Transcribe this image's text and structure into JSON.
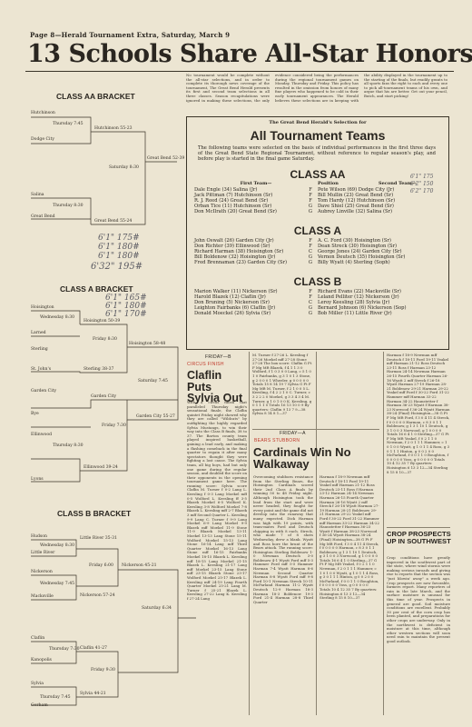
{
  "header": {
    "page_line": "Page 8—Herald Tournament Extra, Saturday, March 9",
    "headline": "13 Schools Share All-Star Honors"
  },
  "brackets": {
    "aa_title": "CLASS AA BRACKET",
    "a_title": "CLASS A BRACKET",
    "b_title": "CLASS B BRACKET",
    "aa_labels": [
      "Hutchinson",
      "Thursday 7:45",
      "Hutchinson 55-23",
      "Dodge City",
      "Great Bend 52-39",
      "Saturday 8:30",
      "Salina",
      "Thursday 8:30",
      "Great Bend 55-24",
      "Great Bend"
    ],
    "a_labels": [
      "Hoisington",
      "Wednesday 8:30",
      "Hoisington 50-39",
      "Larned",
      "Friday 8:30",
      "Hoisington 58-48",
      "Sterling",
      "Sterling 38-37",
      "Saturday 7:45",
      "St. John's",
      "Garden City",
      "Garden City",
      "Friday 7:30",
      "Garden City 55-27",
      "Bye",
      "Ellinwood",
      "Thursday 8:30",
      "Ellinwood 39-24",
      "Lyons"
    ],
    "b_labels": [
      "Hudson",
      "Wednesday 8:30",
      "Little River 35-31",
      "Little River",
      "Friday 6:00",
      "Nickerson",
      "Nickerson 57-24",
      "Wednesday 7:45",
      "Nickerson 45-21",
      "Macksville",
      "Saturday 6:34",
      "Claflin",
      "Thursday 7:30",
      "Claflin 41-27",
      "Kanopolis",
      "Friday 9:30",
      "Sylvia",
      "Sylvia 44-21",
      "Thursday 7:45",
      "Gorham"
    ]
  },
  "handwritten": [
    "6'1\" 175#",
    "6'1\" 180#",
    "6'1\" 180#",
    "6'32\" 195#",
    "6'1\" 165#",
    "6'1\" 180#",
    "6'1\" 170#",
    "6'1\" 175",
    "6'2\" 150",
    "6'2\" 170"
  ],
  "intro_story": {
    "text": "No tournament would be complete without the all-star selections, and in order to complete its thorough news coverage of the tournament, The Great Bend Herald presents its first and second team selections in all three classes. Season recapitulations were ignored in making these selections, the only evidence considered being the performances during the regional tournament games on Monday, Thursday and Friday. This policy has resulted in the omission from honors of many fine players who happened to be cold in their early tournament appearances. The Herald believes these selections are in keeping with the ability displayed in the tournament up to the starting of the finals, but readily grants to all sports fans the right to each and every one to pick all-tournament teams of his own, and argue that his are better. Get out your pencil, Butch, and start picking!"
  },
  "box": {
    "kicker": "The Great Bend Herald's Selection for",
    "title": "All Tournament Teams",
    "intro": "The following teams were selected on the basis of individual performances in the first three days of the Great Bend State Regional Tournament, without reference to regular season's play, and before play is started in the final game Saturday.",
    "col_first": "First Team—",
    "col_pos": "Position",
    "col_second": "Second Team—",
    "classes": [
      {
        "name": "CLASS AA",
        "rows": [
          [
            "Dale Engle (34) Salina (Jr)",
            "F",
            "Pete Wilson (69) Dodge City (Jr)"
          ],
          [
            "Jack Pittman (7) Hutchinson (Sr)",
            "F",
            "Bill Mullin (23) Great Bend (Sr)"
          ],
          [
            "R. J. Reed (24) Great Bend (Sr)",
            "F",
            "Tom Hardy (12) Hutchinson (Sr)"
          ],
          [
            "Orban Tice (11) Hutchinson (Sr)",
            "G",
            "Dave Shiel (25) Great Bend (Sr)"
          ],
          [
            "Don McIlrath (20) Great Bend (Sr)",
            "G",
            "Aubrey Linville (32) Salina (Sr)"
          ]
        ]
      },
      {
        "name": "CLASS A",
        "rows": [
          [
            "John Oswalt (26) Garden City (Jr)",
            "F",
            "A. C. Ford (30) Hoisington (Sr)"
          ],
          [
            "Don Richter (39) Ellinwood (Sr)",
            "F",
            "Dean Streck (30) Hoisington (Sr)"
          ],
          [
            "Richard Harman (38) Hoisington (Sr)",
            "C",
            "George Jones (24) Garden City (Sr)"
          ],
          [
            "Bill Boldenow (32) Hoisington (Jr)",
            "G",
            "Vernon Deutsch (35) Hoisington (Sr)"
          ],
          [
            "Fred Brennaman (23) Garden City (Sr)",
            "G",
            "Billy Wyatt (4) Sterling (Soph)"
          ]
        ]
      },
      {
        "name": "CLASS B",
        "rows": [
          [
            "Marion Walker (11) Nickerson (Sr)",
            "F",
            "Richard Evans (22) Macksville (Sr)"
          ],
          [
            "Harold Blazek (12) Claflin (Jr)",
            "F",
            "Leland Pelliter (12) Nickerson (Jr)"
          ],
          [
            "Don Bruning (5) Nickerson (Sr)",
            "C",
            "Leroy Keesling (28) Sylvia (Jr)"
          ],
          [
            "Leighton Fairbanks (6) Claflin (Jr)",
            "G",
            "Bernard Johnson (6) Nickerson (Sop)"
          ],
          [
            "Donald Moeckel (26) Sylvia (Sr)",
            "G",
            "Bob Miller (11) Little River (Jr)"
          ]
        ]
      }
    ]
  },
  "claflin_story": {
    "kicker": "FRIDAY—B",
    "kicker2": "CIRCUS FINISH",
    "headline": "Claflin Puts Sylvia Out",
    "body": "With a circus finish that paralleled Thursday night's sensational finale, the Claflin quintet Friday night showed why they are called \"Wildcats\" by outfighting the highly regarded Sylvia Mustangs, to win their way into the Class B finals, 38 to 37. The Barton county team played inspired basketball, gaining a lead early, and making a flashing comeback in the final quarter to regain it after many spectators thought they were fighting a lost cause. The Sylvia team, all big boys, had but only one game during the regular season, and doubled the score on their opponents in the opening tournament game here. The running score: Sylvia score Claflin M. Turner f 0-2 Lang L. Keesling f 0-3 Lang Moekel mff 0-5 Wolford L. Keesling ff 3-5 Blazek Moekel 6-5 Wolford K. Keesling 3-8 Wolford Moekel 7-8 Blazek L. Keesling mff 2-7 Blazek 3 mff Second Quarter L. Keesling 9-9 Lang C. Turner f 9-9 Lang Moekel 6-9 Lang Moekel 9-9 Blazek mff Moekel 11-9 Stone 11-9 Blazek Moekel 13-11 Moekel 13-13 Lang Stone 15-11 Wolford Moekel 15-13 Lang Stone 16-14 Lang mff Third Quarter Moekel 16-13 Lang Stone mff 16-15 Fairbanks Moekel 18-15 Blazek L. Keesling mff 18-15 Lang Moekel 21-15 Blazek L. Keesling 21-17 Lang mff Moekel 23-15 Lang Stone mff 23-15 Blazek Stone 23-17 Wolford Moekel 25-17 Blazek L. Keesling mff 24-19 Lang Fourth Quarter Moekel 25-21 Lang M. Turner f 25-21 Blazek L. Keesling 27-22 Lang K. Keesling f 27-24 Lang"
  },
  "box_scores_mid": {
    "text": "M. Turner f 27-26 L. Keesling f 27-26 Moekel mff 27-28 Stone 27-28 The box score: Claflin G Ft F Mg Mft Blazek, f 4 1 1 3 0 Wolford, f 1 0 3 0 0 Lang, c 5 1 0 1 0 Fairbanks, g 3 1 0 1 3 Stone, g 2 0 0 0 1 Wheeler, g 0 0 0 0 0 Totals 15 8 14 19 7 Sylvia G Ft F Mg Mft M. Turner, f 2 1 0 0 5 L. Keesling, f 4 2 2 1 0 C. Turner, c 3 2 2 2 0 Moekel, g 3 3 4 3 4 M. Turner, g 1 0 1 0 0 K. Keesling, g 0 1 1 1 0 Totals 16 13 10 0 9 By quarters: Claflin 9 13 7 9—38 Sylvia 8 14 8 1—37"
  },
  "cardinals_story": {
    "kicker": "FRIDAY—A",
    "kicker2": "BEARS STUBBORN",
    "headline": "Cardinals Win No Walkaway",
    "body": "Overcoming stubborn resistance from the Sterling Bears, the Hoisington Cardinals scored their 2nd Class A finals by winning 50 to 48 Friday night. Although Hoisington took the lead from the start and were never headed, they fought for every point and the game did not develop into the runaway that many expected. Dick Harman was high with 19 points, with team-mates Ford and Deutsch chipping in with 8 each. Streck, who made 7 of 8 shots Wednesday, drew a blank. Wyatt and Ross bore the brunt of the Bears attack. The running score: Hoisington Sterling Boldenow 1-0 Newman Deutsch 3-0 Boldenow 4-1 Wyatt Ford mff 5-3 Hammer Ford mff 5-5 Hammer Harman 7-4 Wyatt Harman 8-6 Newman Second Quarter Harman 8-8 Wyatt Ford mff 9-8 Ford 10-1 Newman Streck 10-11 McFarland Harman 11-2 Wyatt Deutsch 12-9 Harman 18-3 Harman 18-3 Boldenow 19-3 Ford 21-4 Harman 28-8 Third Quarter"
  },
  "right_scores": {
    "text": "Harman f 18-9 Newman mff Deutsch f 18-11 Ford 19-11 Yeakel mff Harman 21-12 Ross Deutsch 23-11 Ross f Harman 23-12 Harman 24-14 Newman Harman 26-15 Fourth Quarter Harman 26-16 Wyatt 2 mff Streck f 26-18 Wyatt Harman 27-19 Harman 28-21 Boldenow 29-21 Harman 29-22 Yeakel mff Ford f 30-22 Ford 31-22 Hammer mff Harman 33-22 Harman 34-22 Haunstetter f Harman 36-23 Wyatt f Harman 38-23 Norwood f 36-24 Wyatt Harman 38-24 (Final) Hoisington—38 G Ft F Mg Mft Ford, f 3 0 4 11 4 Streck, f 0 0 0 0 0 Harman, c 8 3 0 1 1 Boldenow, g 1 3 1 10 1 Deutsch, g 3 1 0 0 3 Norwood, g 1 0 0 0 0 Totals 16 6 4 1 0 Sterling—37 G Ft F Mg Mft Yeakel, f 0 2 1 1 0 Newman, f 2 0 1 1 1 Hammer, c 1 0 1 0 0 Wyatt, g 1 0 1 1 4 Ross, g 3 0 1 1 1 Hinton, g 0 0 2 0 0 McFarland, f 0 0 1 1 0 Boughton, f 0 0 0 0 0 Voss, g 0 0 0 0 0 Totals 10 4 12 35 7 By quarters: Hoisington 6 13 3 12—34 Sterling 8 15 8 10—37"
  },
  "crop_story": {
    "headline": "CROP PROSPECTS UP IN SOUTHWEST",
    "body": "Crop conditions have greatly improved in the southwest part of the state, where wind storms were making serious inroads and giving rise to reports that the section was \"just blowin' away\" a week ago. Crop prospects are now favorable, farmers report. Many reporters of rain in the late March, and the surface moisture is unusual for this time of year. Prospects in general are good. Soil moisture conditions are excellent. Probably 30 per cent of the corn crop has been planted, and preparations for other crops are underway. Only in the northwest is deficient in moisture at this time, although other western sections will soon need rain to maintain the present good outlook."
  }
}
